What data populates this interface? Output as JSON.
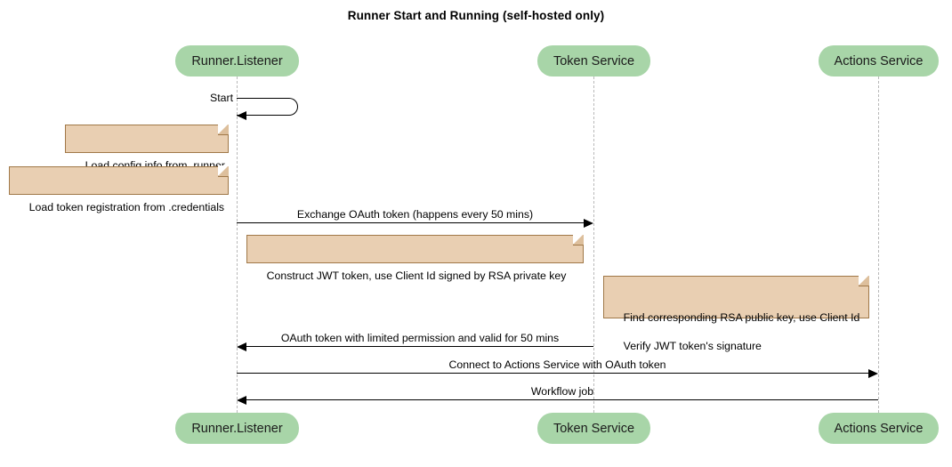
{
  "diagram": {
    "type": "sequence-diagram",
    "title": "Runner Start and Running (self-hosted only)",
    "colors": {
      "participant_fill": "#a8d5a8",
      "note_fill": "#e9cfb2",
      "note_border": "#a07848",
      "lifeline": "#b9b9b9",
      "arrow": "#000000",
      "background": "#ffffff"
    }
  },
  "participants": [
    {
      "id": "runner",
      "label": "Runner.Listener"
    },
    {
      "id": "token",
      "label": "Token Service"
    },
    {
      "id": "actions",
      "label": "Actions Service"
    }
  ],
  "messages": [
    {
      "id": "m1",
      "label": "Start",
      "from": "runner",
      "to": "runner",
      "kind": "self"
    },
    {
      "id": "m2",
      "label": "Exchange OAuth token (happens every 50 mins)",
      "from": "runner",
      "to": "token",
      "direction": "right"
    },
    {
      "id": "m3",
      "label": "OAuth token with limited permission and valid for 50 mins",
      "from": "token",
      "to": "runner",
      "direction": "left"
    },
    {
      "id": "m4",
      "label": "Connect to Actions Service with OAuth token",
      "from": "runner",
      "to": "actions",
      "direction": "right"
    },
    {
      "id": "m5",
      "label": "Workflow job",
      "from": "actions",
      "to": "runner",
      "direction": "left"
    }
  ],
  "notes": [
    {
      "id": "n1",
      "text": "Load config info from .runner",
      "attached_to": "runner"
    },
    {
      "id": "n2",
      "text": "Load token registration from .credentials",
      "attached_to": "runner"
    },
    {
      "id": "n3",
      "text": "Construct JWT token, use Client Id signed by RSA private key",
      "attached_to": "runner"
    },
    {
      "id": "n4",
      "line1": "Find corresponding RSA public key, use Client Id",
      "line2": "Verify JWT token's signature",
      "attached_to": "token"
    }
  ]
}
